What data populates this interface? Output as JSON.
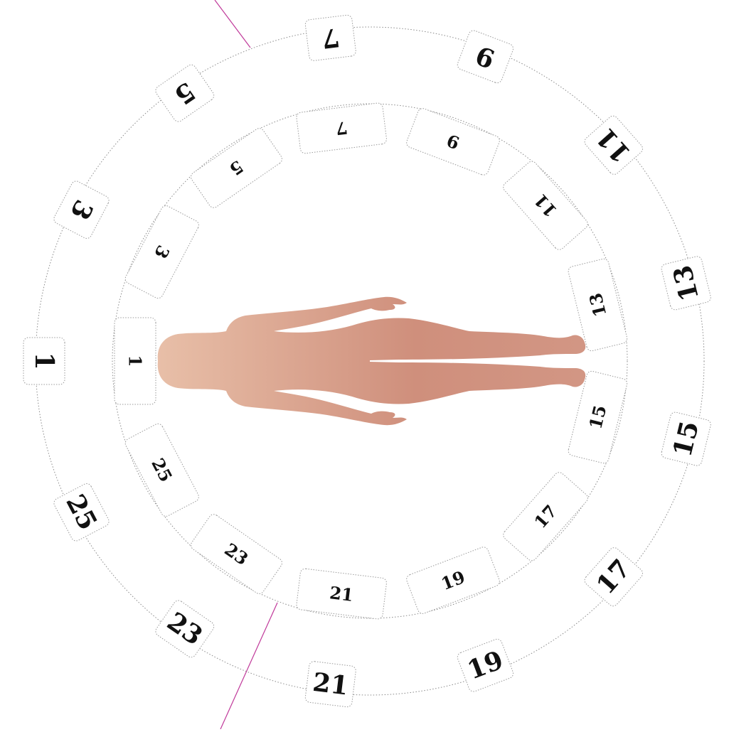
{
  "diagram": {
    "accent_line_color": "#c0399a",
    "silhouette_colors": [
      "#e8bfa8",
      "#cf8f7c",
      "#d29684"
    ],
    "outer_ring": {
      "labels": [
        "1",
        "3",
        "5",
        "7",
        "9",
        "11",
        "13",
        "15",
        "17",
        "19",
        "21",
        "23",
        "25"
      ]
    },
    "inner_ring": {
      "labels": [
        "1",
        "3",
        "5",
        "7",
        "9",
        "11",
        "13",
        "15",
        "17",
        "19",
        "21",
        "23",
        "25"
      ]
    }
  }
}
